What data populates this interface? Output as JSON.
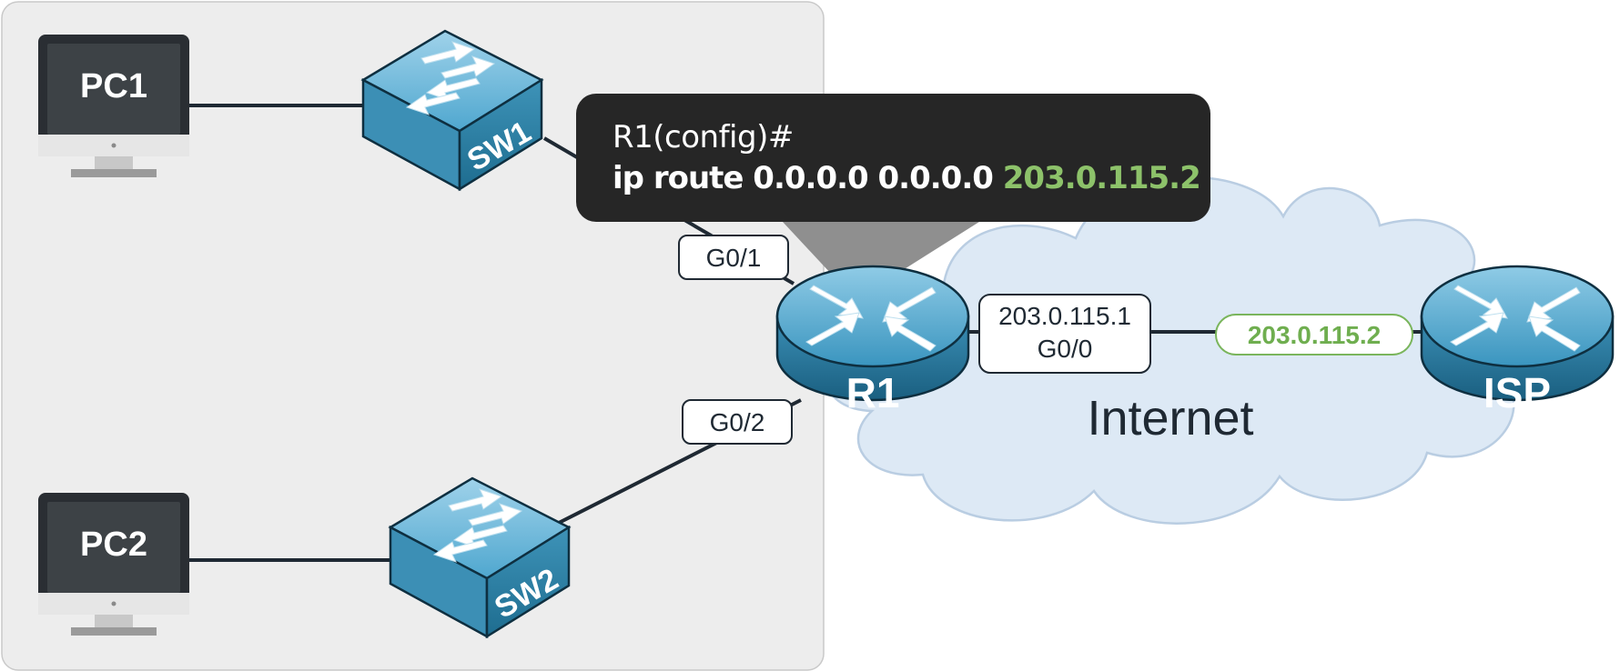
{
  "colors": {
    "lan_area": "#ededed",
    "cloud": "#dde9f5",
    "callout_bg": "#262626",
    "callout_text": "#ffffff",
    "gateway_green": "#7ab55c",
    "link": "#1f2933",
    "device_blue": "#3d8fb3",
    "device_dark": "#1d5f7e"
  },
  "devices": {
    "pc1": {
      "label": "PC1",
      "icon": "desktop-monitor-icon"
    },
    "pc2": {
      "label": "PC2",
      "icon": "desktop-monitor-icon"
    },
    "sw1": {
      "label": "SW1",
      "icon": "switch-icon"
    },
    "sw2": {
      "label": "SW2",
      "icon": "switch-icon"
    },
    "r1": {
      "label": "R1",
      "icon": "router-icon"
    },
    "isp": {
      "label": "ISP",
      "icon": "router-icon"
    }
  },
  "interfaces": {
    "r1_g01": "G0/1",
    "r1_g02": "G0/2",
    "r1_g00_ip": "203.0.115.1",
    "r1_g00": "G0/0",
    "isp_ip": "203.0.115.2"
  },
  "cloud": {
    "label": "Internet"
  },
  "callout": {
    "prompt": "R1(config)#",
    "command": "ip route 0.0.0.0 0.0.0.0 ",
    "next_hop": "203.0.115.2"
  }
}
